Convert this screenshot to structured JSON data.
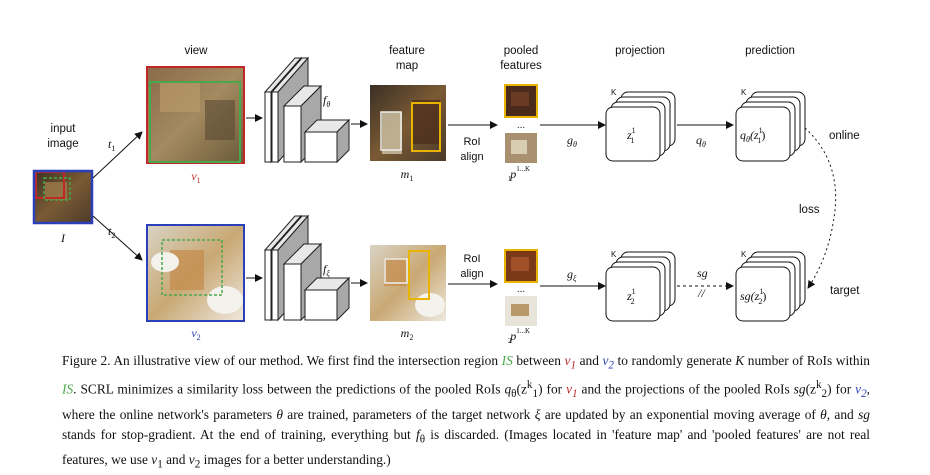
{
  "labels": {
    "view": "view",
    "feature_map": [
      "feature",
      "map"
    ],
    "pooled_features": [
      "pooled",
      "features"
    ],
    "projection": "projection",
    "prediction": "prediction",
    "input_image": [
      "input",
      "image"
    ],
    "input_symbol": "I",
    "t1": "t",
    "t1_sub": "1",
    "t2": "t",
    "t2_sub": "2",
    "v1": "v",
    "v1_sub": "1",
    "v2": "v",
    "v2_sub": "2",
    "f_theta": "f",
    "f_theta_sub": "θ",
    "f_xi": "f",
    "f_xi_sub": "ξ",
    "m1": "m",
    "m1_sub": "1",
    "m2": "m",
    "m2_sub": "2",
    "roi_align": [
      "RoI",
      "align"
    ],
    "ellipsis": "...",
    "p1": "p",
    "p1_sup": "1...K",
    "p1_sub": "1",
    "p2": "p",
    "p2_sup": "1...K",
    "p2_sub": "2",
    "g_theta": "g",
    "g_theta_sub": "θ",
    "g_xi": "g",
    "g_xi_sub": "ξ",
    "q_theta": "q",
    "q_theta_sub": "θ",
    "sg": "sg",
    "stop_slash": "//",
    "z1": "z",
    "z1_sup": "1",
    "z1_sub": "1",
    "z2": "z",
    "z2_sup": "1",
    "z2_sub": "2",
    "q_z": "q",
    "q_z_rest": "(z",
    "q_z_sup": "1",
    "q_z_sub": "1",
    "q_z_close": ")",
    "sg_z": "sg(z",
    "sg_z_sup": "1",
    "sg_z_sub": "2",
    "sg_z_close": ")",
    "k_label": "K",
    "online": "online",
    "target": "target",
    "loss": "loss"
  },
  "caption": {
    "p1": "Figure 2. An illustrative view of our method. We first find the intersection region ",
    "IS": "IS",
    "p2": " between ",
    "v1": "v",
    "v1_sub": "1",
    "p3": " and ",
    "v2": "v",
    "v2_sub": "2",
    "p4": " to randomly generate ",
    "K": "K",
    "p5": " number of RoIs within ",
    "IS2": "IS",
    "p6": ". SCRL minimizes a similarity loss between the predictions of the pooled RoIs ",
    "qtheta": "q",
    "qtheta_sub": "θ",
    "qtheta_arg": "(z",
    "qtheta_arg_sup": "k",
    "qtheta_arg_sub": "1",
    "qtheta_close": ")",
    "p7": " for ",
    "v1b": "v",
    "v1b_sub": "1",
    "p8": " and the projections of the pooled RoIs ",
    "sg": "sg",
    "sg_arg": "(z",
    "sg_arg_sup": "k",
    "sg_arg_sub": "2",
    "sg_close": ")",
    "p9": " for ",
    "v2b": "v",
    "v2b_sub": "2",
    "p10": ", where the online network's parameters ",
    "theta": "θ",
    "p11": " are trained, parameters of the target network ",
    "xi": "ξ",
    "p12": " are updated by an exponential moving average of ",
    "theta2": "θ",
    "p13": ", and ",
    "sg2": "sg",
    "p14": " stands for stop-gradient. At the end of training, everything but ",
    "ftheta": "f",
    "ftheta_sub": "θ",
    "p15": " is discarded. (Images located in 'feature map' and 'pooled features' are not real features, we use ",
    "v1c": "v",
    "v1c_sub": "1",
    "p16": " and ",
    "v2c": "v",
    "v2c_sub": "2",
    "p17": " images for a better understanding.)"
  },
  "colors": {
    "v1_border": "#4aa84a",
    "v1_red": "#c02828",
    "v2_border": "#2a3fb8",
    "roi_yellow": "#e8b400",
    "arrow": "#111111"
  }
}
